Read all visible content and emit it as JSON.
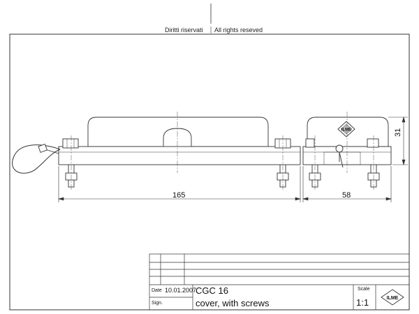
{
  "header": {
    "it_text": "Diritti riservati",
    "en_text": "All rights reseved"
  },
  "dimensions": {
    "front_width": "165",
    "side_width": "58",
    "height": "31"
  },
  "title_block": {
    "date_label": "Date",
    "date_value": "10.01.2007",
    "sign_label": "Sign.",
    "part_code": "CGC 16",
    "description": "cover, with screws",
    "scale_label": "Scale",
    "scale_value": "1:1",
    "logo_text": "ILME"
  },
  "colors": {
    "line": "#333333",
    "fill": "#ffffff"
  }
}
